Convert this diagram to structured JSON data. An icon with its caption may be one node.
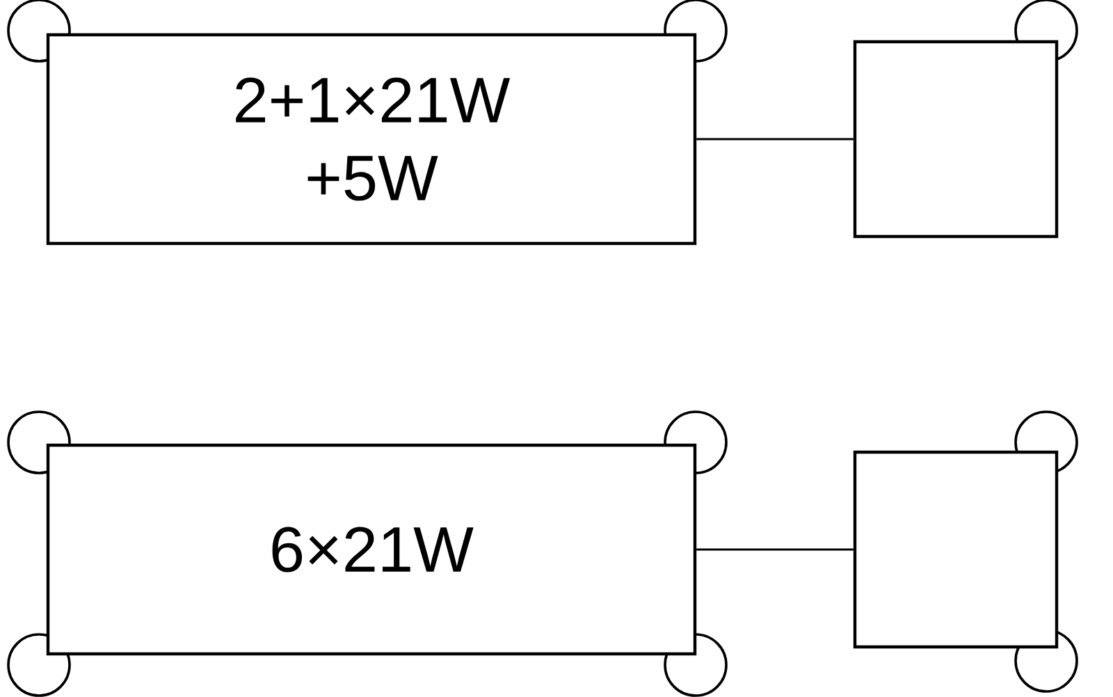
{
  "diagram": {
    "nodes": [
      {
        "text": [
          "2+1×21W +5W"
        ]
      },
      {
        "text": [],
        "shape": "box"
      },
      {
        "text": [
          "6×21W"
        ]
      },
      {
        "text": [],
        "shape": "box"
      }
    ],
    "edges": [
      {
        "from": 0,
        "to": 1,
        "arrow": "none"
      },
      {
        "from": 2,
        "to": 3,
        "arrow": "none"
      }
    ]
  }
}
